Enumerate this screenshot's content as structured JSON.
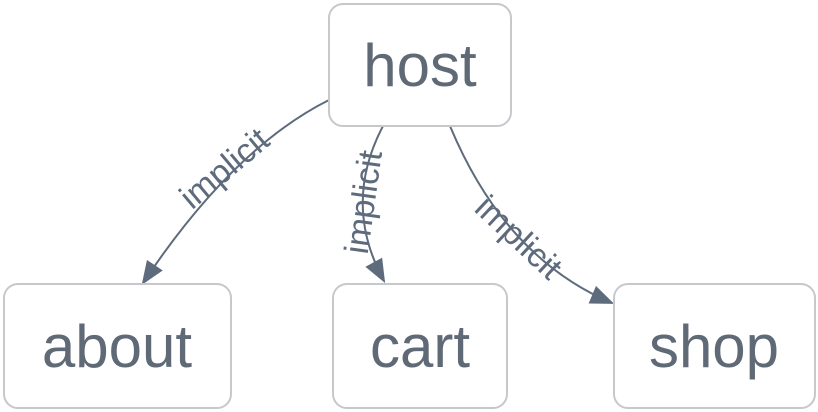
{
  "diagram": {
    "type": "dependency-graph",
    "nodes": [
      {
        "id": "host",
        "label": "host"
      },
      {
        "id": "about",
        "label": "about"
      },
      {
        "id": "cart",
        "label": "cart"
      },
      {
        "id": "shop",
        "label": "shop"
      }
    ],
    "edges": [
      {
        "from": "host",
        "to": "about",
        "label": "implicit"
      },
      {
        "from": "host",
        "to": "cart",
        "label": "implicit"
      },
      {
        "from": "host",
        "to": "shop",
        "label": "implicit"
      }
    ],
    "colors": {
      "background": "#ffffff",
      "node_fill": "#ffffff",
      "node_border": "#c6c8cc",
      "text": "#5f6a76",
      "edge": "#5e6b7d"
    }
  }
}
